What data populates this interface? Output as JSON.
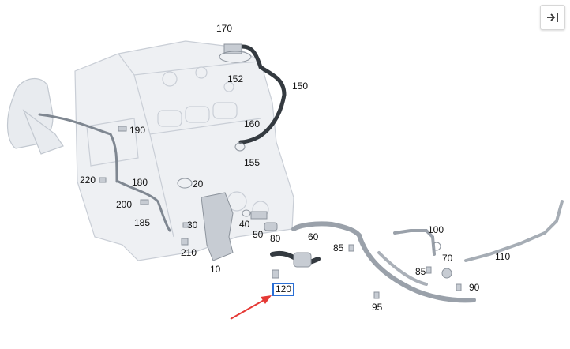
{
  "toolbar": {
    "collapse_icon": "collapse-right-icon"
  },
  "diagram": {
    "subject": "engine-parts-exploded-view",
    "highlight_color": "#2a6fd6",
    "arrow_color": "#e53935",
    "selected_callout": "120",
    "callouts": {
      "c170": "170",
      "c152": "152",
      "c150": "150",
      "c190": "190",
      "c160": "160",
      "c155": "155",
      "c220": "220",
      "c180": "180",
      "c20": "20",
      "c200": "200",
      "c185": "185",
      "c30": "30",
      "c210": "210",
      "c40": "40",
      "c50": "50",
      "c80": "80",
      "c60": "60",
      "c100": "100",
      "c85a": "85",
      "c70": "70",
      "c110": "110",
      "c85b": "85",
      "c90": "90",
      "c10": "10",
      "c120": "120",
      "c95": "95"
    }
  }
}
